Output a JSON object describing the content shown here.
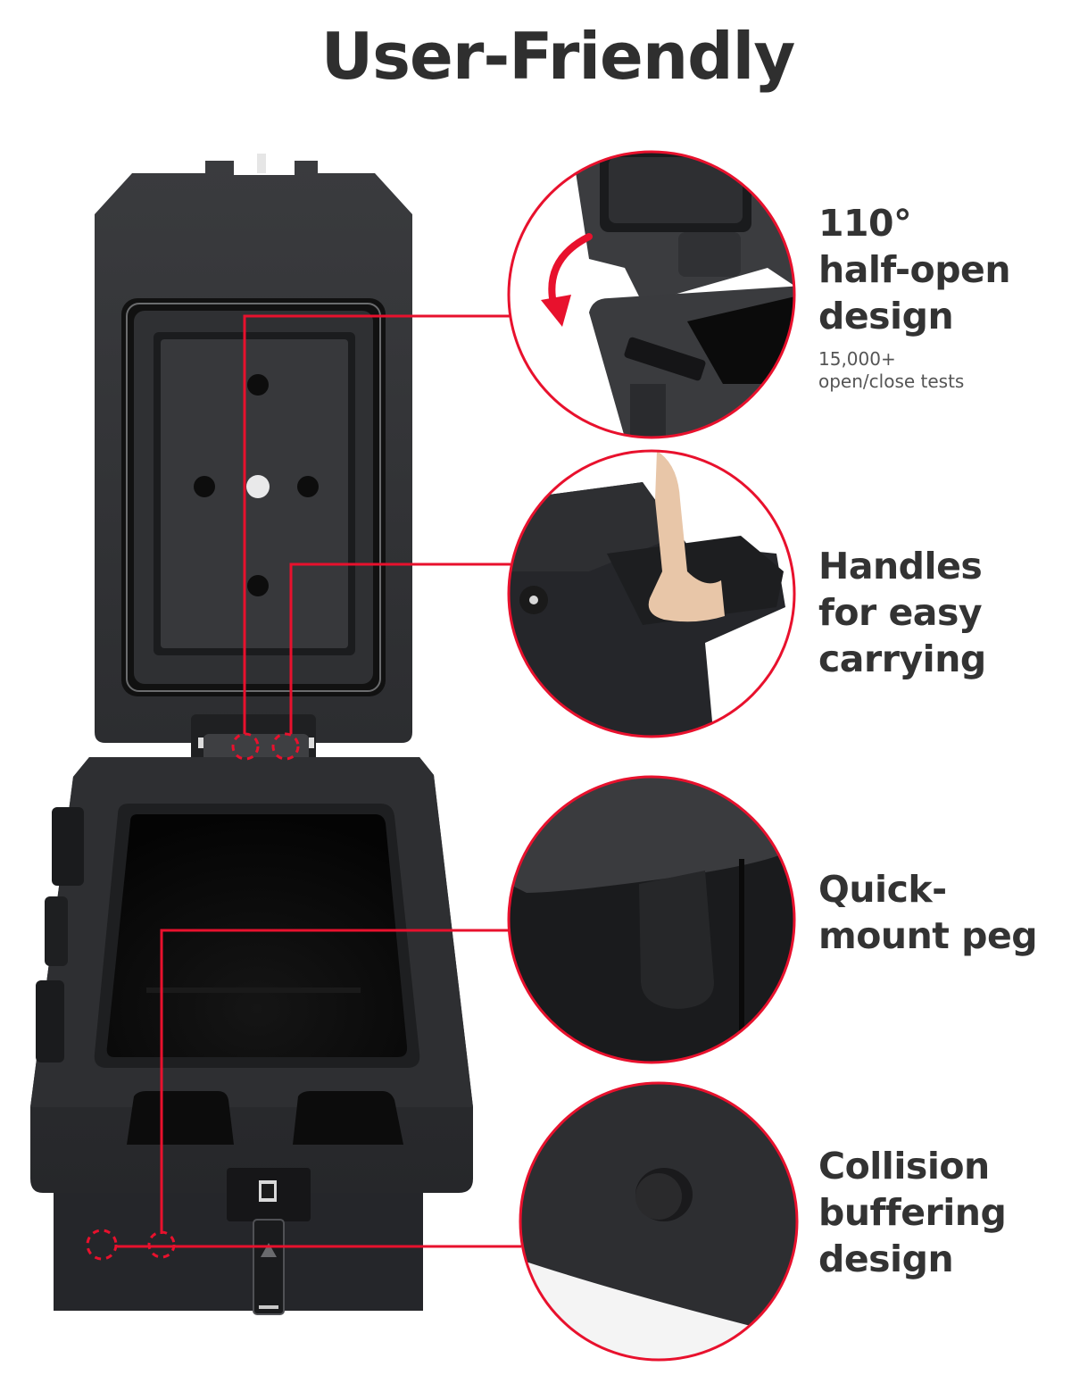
{
  "page": {
    "title": "User-Friendly"
  },
  "colors": {
    "accent_red": "#e8112d",
    "text_dark": "#333333",
    "text_muted": "#555555",
    "product_black": "#2a2b2d",
    "background": "#ffffff"
  },
  "features": [
    {
      "lines": [
        "110°",
        "half-open",
        "design"
      ],
      "sub_lines": [
        "15,000+",
        "open/close tests"
      ],
      "image": "lid-hinge-closeup-with-arrow"
    },
    {
      "lines": [
        "Handles",
        "for easy",
        "carrying"
      ],
      "sub_lines": [],
      "image": "hand-carrying-handle-closeup"
    },
    {
      "lines": [
        "Quick-",
        "mount peg"
      ],
      "sub_lines": [],
      "image": "mount-peg-closeup"
    },
    {
      "lines": [
        "Collision",
        "buffering",
        "design"
      ],
      "sub_lines": [],
      "image": "rubber-bumper-closeup"
    }
  ]
}
